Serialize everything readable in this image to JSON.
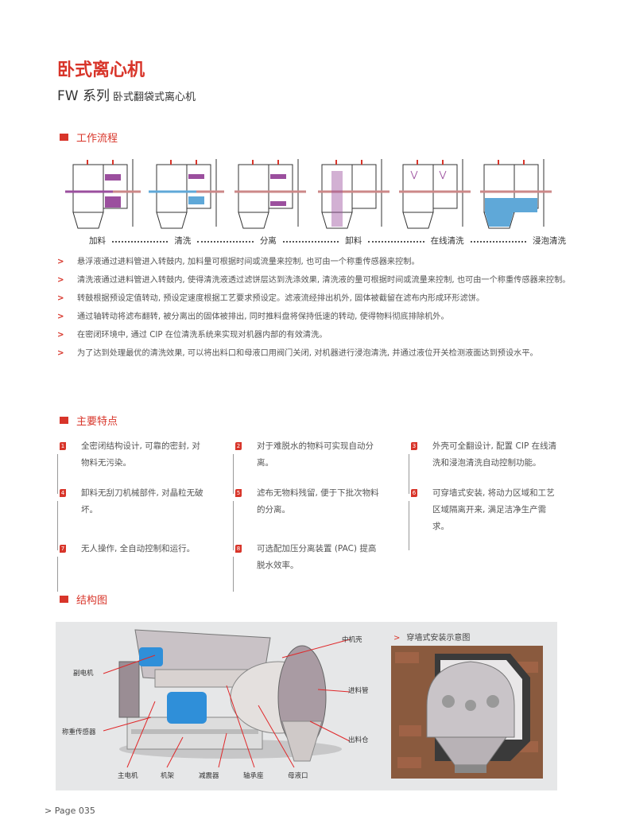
{
  "title": "卧式离心机",
  "subtitle": {
    "series": "FW 系列",
    "name": "卧式翻袋式离心机"
  },
  "workflow": {
    "heading": "工作流程",
    "stages": [
      "加料",
      "清洗",
      "分离",
      "卸料",
      "在线清洗",
      "浸泡清洗"
    ],
    "bullets": [
      "悬浮液通过进料管进入转鼓内, 加料量可根据时间或流量来控制, 也可由一个称重传感器来控制。",
      "清洗液通过进料管进入转鼓内, 使得清洗液透过滤饼层达到洗涤效果, 清洗液的量可根据时间或流量来控制, 也可由一个称重传感器来控制。",
      "转鼓根据预设定值转动, 预设定速度根据工艺要求预设定。滤液流经排出机外, 固体被截留在滤布内形成环形滤饼。",
      "通过轴转动将滤布翻转, 被分离出的固体被排出, 同时推料盘将保持低速的转动, 使得物料彻底排除机外。",
      "在密闭环境中, 通过 CIP 在位清洗系统来实现对机器内部的有效清洗。",
      "为了达到处理最优的清洗效果, 可以将出料口和母液口用阀门关闭, 对机器进行浸泡清洗, 并通过液位开关检测液面达到预设水平。"
    ]
  },
  "features": {
    "heading": "主要特点",
    "items": [
      {
        "num": "1",
        "text": "全密闭结构设计, 可靠的密封, 对物料无污染。"
      },
      {
        "num": "2",
        "text": "对于难脱水的物料可实现自动分离。"
      },
      {
        "num": "3",
        "text": "外壳可全翻设计, 配置 CIP 在线清洗和浸泡清洗自动控制功能。"
      },
      {
        "num": "4",
        "text": "卸料无刮刀机械部件, 对晶粒无破坏。"
      },
      {
        "num": "5",
        "text": "滤布无物料残留, 便于下批次物料的分离。"
      },
      {
        "num": "6",
        "text": "可穿墙式安装, 将动力区域和工艺区域隔离开来, 满足洁净生产需求。"
      },
      {
        "num": "7",
        "text": "无人操作, 全自动控制和运行。"
      },
      {
        "num": "8",
        "text": "可选配加压分离装置 (PAC) 提高脱水效率。"
      }
    ]
  },
  "structure": {
    "heading": "结构图",
    "labels": {
      "aux_motor": "副电机",
      "load_cell": "称重传感器",
      "main_motor": "主电机",
      "frame": "机架",
      "damper": "减震器",
      "bearing": "轴承座",
      "mother_liquor": "母液口",
      "middle_casing": "中机壳",
      "feed_pipe": "进料管",
      "discharge_bin": "出料仓"
    },
    "inset_title": "穿墙式安装示意图",
    "arrow": ">"
  },
  "bullet_marker": ">",
  "footer": "> Page 035",
  "colors": {
    "accent": "#d8352a",
    "purple": "#9b4f9e",
    "water": "#5fa8d8"
  }
}
